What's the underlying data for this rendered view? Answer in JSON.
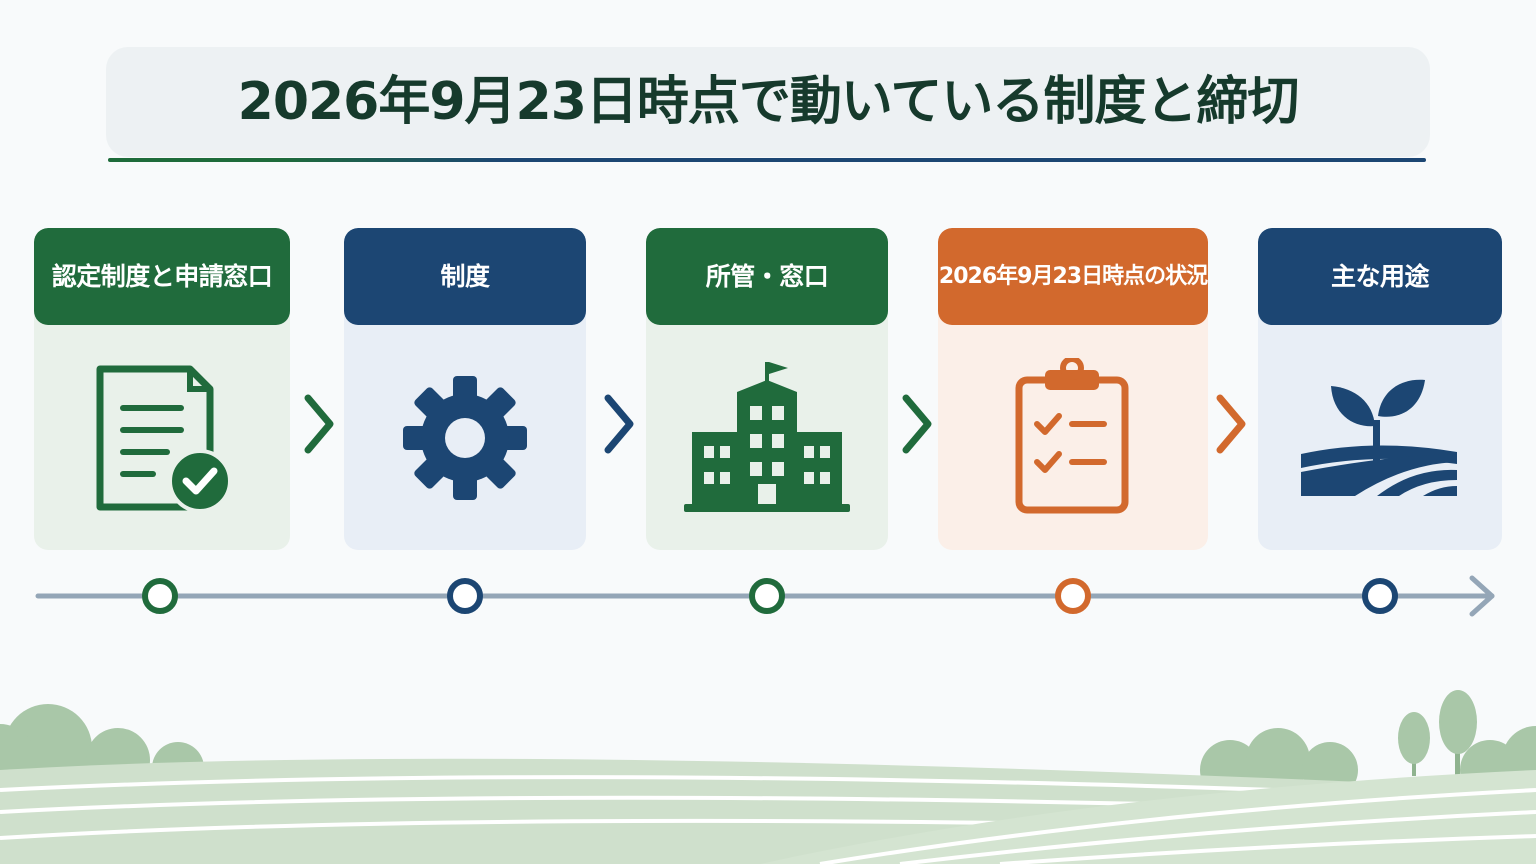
{
  "title": "2026年9月23日時点で動いている制度と締切",
  "steps": [
    {
      "label": "認定制度と申請窓口",
      "icon": "document-check-icon",
      "color": "#206b3c"
    },
    {
      "label": "制度",
      "icon": "gear-icon",
      "color": "#1c4673"
    },
    {
      "label": "所管・窓口",
      "icon": "government-building-icon",
      "color": "#206b3c"
    },
    {
      "label": "2026年9月23日時点の状況",
      "icon": "clipboard-checklist-icon",
      "color": "#d2692d"
    },
    {
      "label": "主な用途",
      "icon": "sprout-field-icon",
      "color": "#1c4673"
    }
  ],
  "colors": {
    "green": "#206b3c",
    "blue": "#1c4673",
    "orange": "#d2692d",
    "title_text": "#163a2c",
    "timeline": "#94a6b7"
  }
}
